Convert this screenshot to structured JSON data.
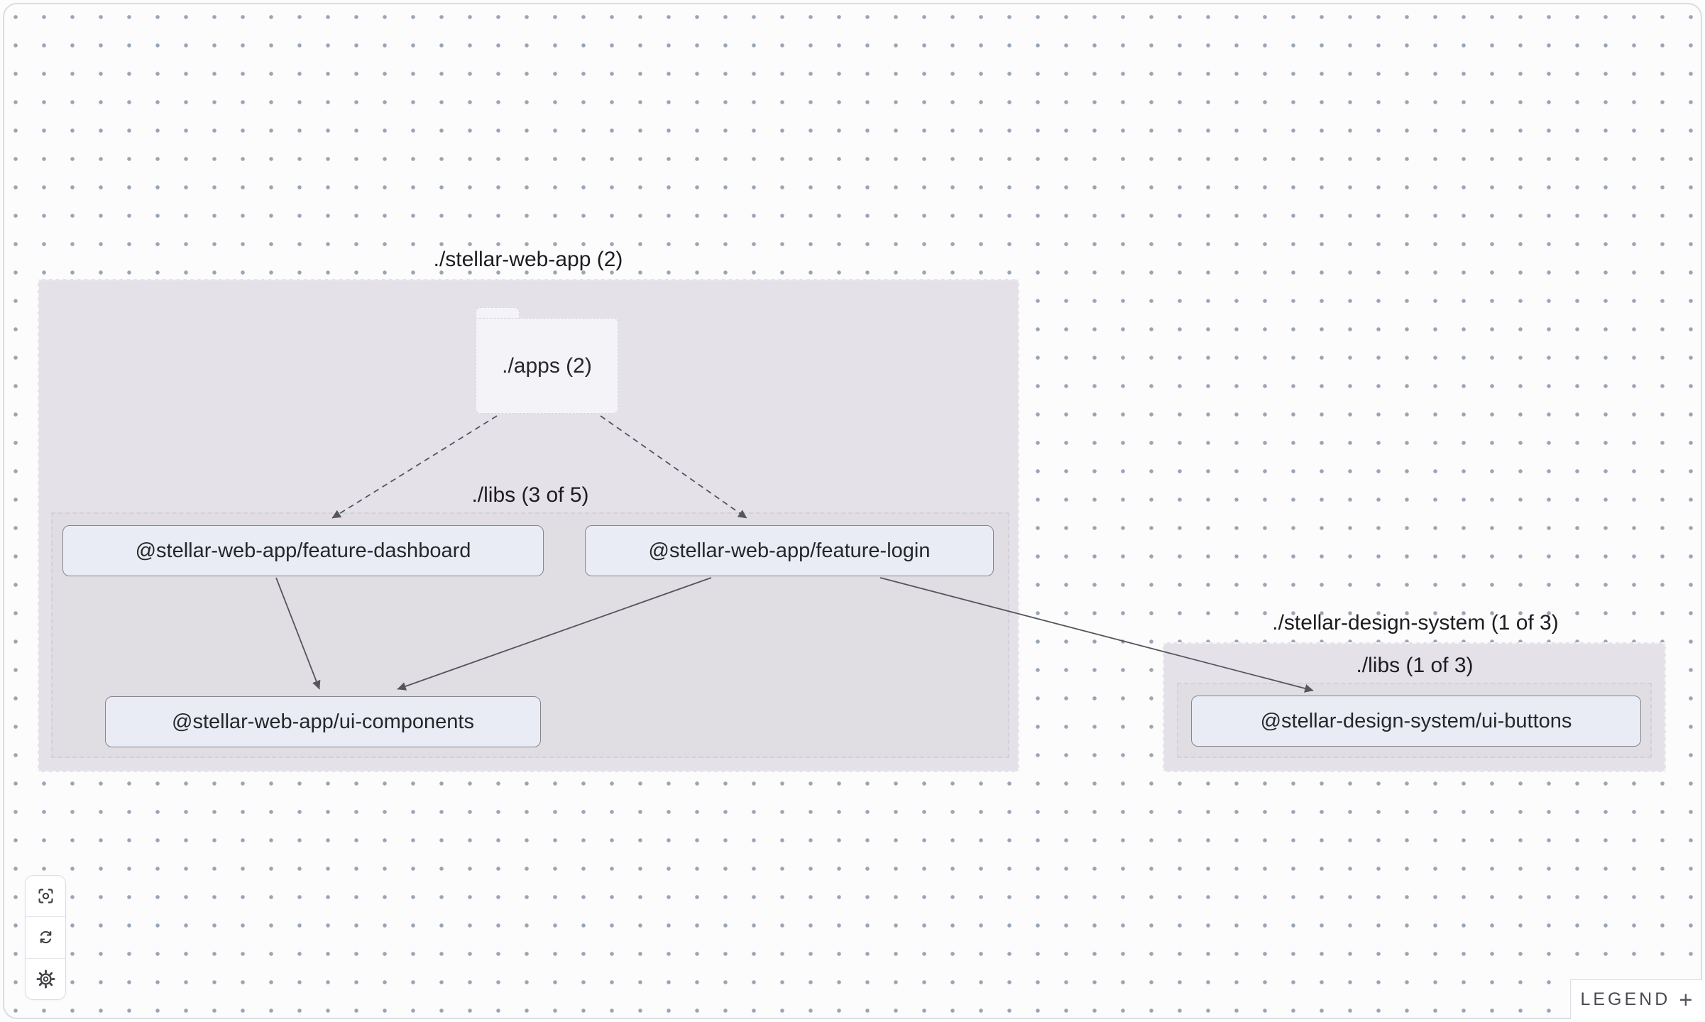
{
  "colors": {
    "canvas_bg": "#fcfcfd",
    "grid_dot": "#9aa5b4",
    "cluster_fill": "#e4e2e8",
    "folder_fill": "#f4f3f7",
    "node_fill": "#e9ecf4",
    "node_border": "#85858f",
    "edge": "#55555e",
    "text": "#26262b"
  },
  "graph": {
    "clusters": {
      "stellar_web_app": {
        "label": "./stellar-web-app (2)"
      },
      "web_app_libs": {
        "label": "./libs (3 of 5)"
      },
      "design_system": {
        "label": "./stellar-design-system (1 of 3)"
      },
      "design_system_libs": {
        "label": "./libs (1 of 3)"
      }
    },
    "folder": {
      "label": "./apps (2)"
    },
    "nodes": {
      "feature_dashboard": {
        "label": "@stellar-web-app/feature-dashboard"
      },
      "feature_login": {
        "label": "@stellar-web-app/feature-login"
      },
      "ui_components": {
        "label": "@stellar-web-app/ui-components"
      },
      "ui_buttons": {
        "label": "@stellar-design-system/ui-buttons"
      }
    },
    "edges": [
      {
        "from": "./apps",
        "to": "@stellar-web-app/feature-dashboard",
        "style": "dashed"
      },
      {
        "from": "./apps",
        "to": "@stellar-web-app/feature-login",
        "style": "dashed"
      },
      {
        "from": "@stellar-web-app/feature-dashboard",
        "to": "@stellar-web-app/ui-components",
        "style": "solid"
      },
      {
        "from": "@stellar-web-app/feature-login",
        "to": "@stellar-web-app/ui-components",
        "style": "solid"
      },
      {
        "from": "@stellar-web-app/feature-login",
        "to": "@stellar-design-system/ui-buttons",
        "style": "solid"
      }
    ]
  },
  "toolbar": {
    "buttons": [
      {
        "icon": "focus-icon"
      },
      {
        "icon": "refresh-icon"
      },
      {
        "icon": "settings-icon"
      }
    ]
  },
  "legend": {
    "label": "LEGEND",
    "expand_icon": "+"
  }
}
